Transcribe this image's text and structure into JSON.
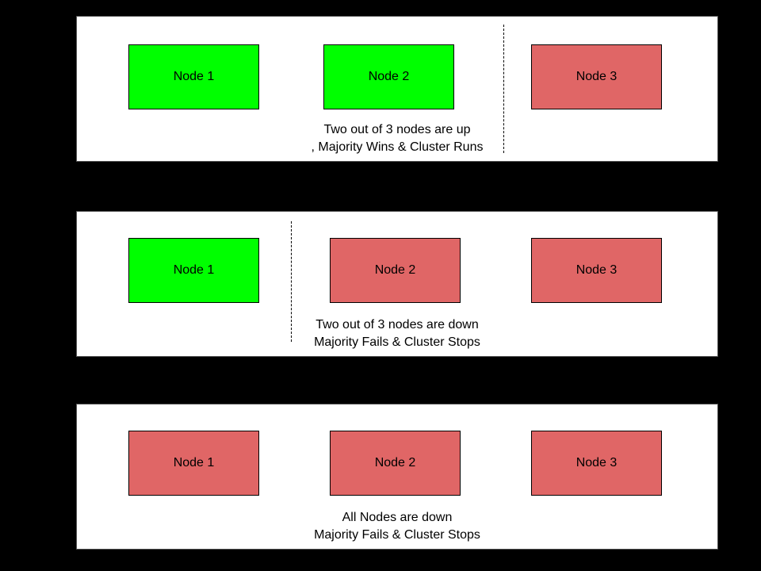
{
  "colors": {
    "background": "#000000",
    "panel_bg": "#ffffff",
    "panel_border": "#4f4f4f",
    "node_up_fill": "#00ff00",
    "node_down_fill": "#e06666",
    "node_border": "#000000",
    "divider": "#000000",
    "text": "#000000"
  },
  "panels": [
    {
      "name": "two-nodes-up",
      "nodes": [
        {
          "label": "Node 1",
          "status": "up"
        },
        {
          "label": "Node 2",
          "status": "up"
        },
        {
          "label": "Node 3",
          "status": "down"
        }
      ],
      "caption": {
        "line1": "Two out of 3 nodes are up",
        "line2": ", Majority Wins & Cluster Runs"
      }
    },
    {
      "name": "two-nodes-down",
      "nodes": [
        {
          "label": "Node 1",
          "status": "up"
        },
        {
          "label": "Node 2",
          "status": "down"
        },
        {
          "label": "Node 3",
          "status": "down"
        }
      ],
      "caption": {
        "line1": "Two out of 3 nodes are down",
        "line2": "Majority Fails & Cluster Stops"
      }
    },
    {
      "name": "all-nodes-down",
      "nodes": [
        {
          "label": "Node 1",
          "status": "down"
        },
        {
          "label": "Node 2",
          "status": "down"
        },
        {
          "label": "Node 3",
          "status": "down"
        }
      ],
      "caption": {
        "line1": "All Nodes are down",
        "line2": "Majority Fails & Cluster Stops"
      }
    }
  ]
}
